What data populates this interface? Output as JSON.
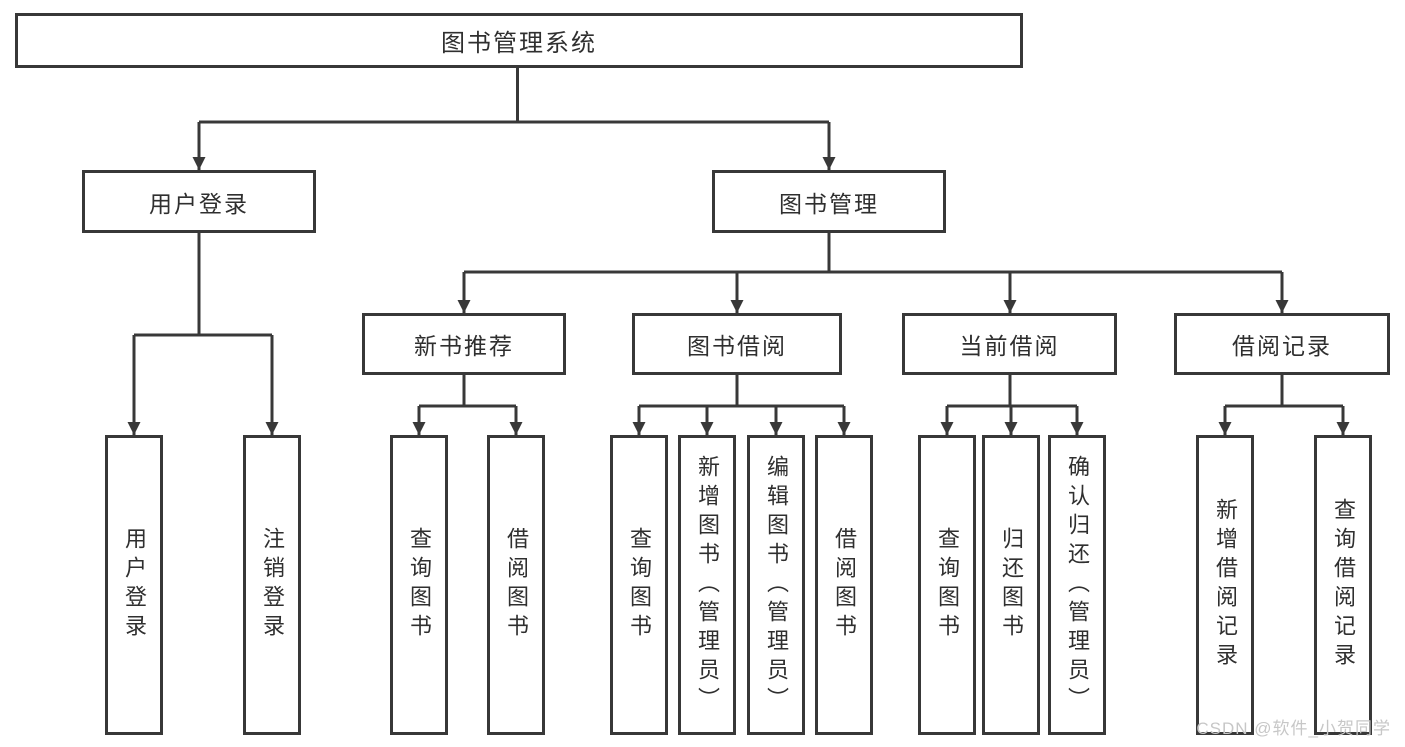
{
  "title": "图书管理系统",
  "nodes": {
    "root": "图书管理系统",
    "user_login": "用户登录",
    "book_management": "图书管理",
    "new_book_recommend": "新书推荐",
    "book_borrowing": "图书借阅",
    "current_borrowing": "当前借阅",
    "borrowing_records": "借阅记录",
    "leaf_user_login": "用户登录",
    "leaf_logout": "注销登录",
    "leaf_query_book_1": "查询图书",
    "leaf_borrow_book_1": "借阅图书",
    "leaf_query_book_2": "查询图书",
    "leaf_add_book_admin": "新增图书（管理员）",
    "leaf_edit_book_admin": "编辑图书（管理员）",
    "leaf_borrow_book_2": "借阅图书",
    "leaf_query_book_3": "查询图书",
    "leaf_return_book": "归还图书",
    "leaf_confirm_return_admin": "确认归还（管理员）",
    "leaf_add_borrow_record": "新增借阅记录",
    "leaf_query_borrow_record": "查询借阅记录"
  },
  "watermark": "CSDN @软件_小贺同学",
  "colors": {
    "line": "#383838",
    "text": "#2f2f2f",
    "watermark": "#c7c7c7",
    "background": "#ffffff"
  }
}
